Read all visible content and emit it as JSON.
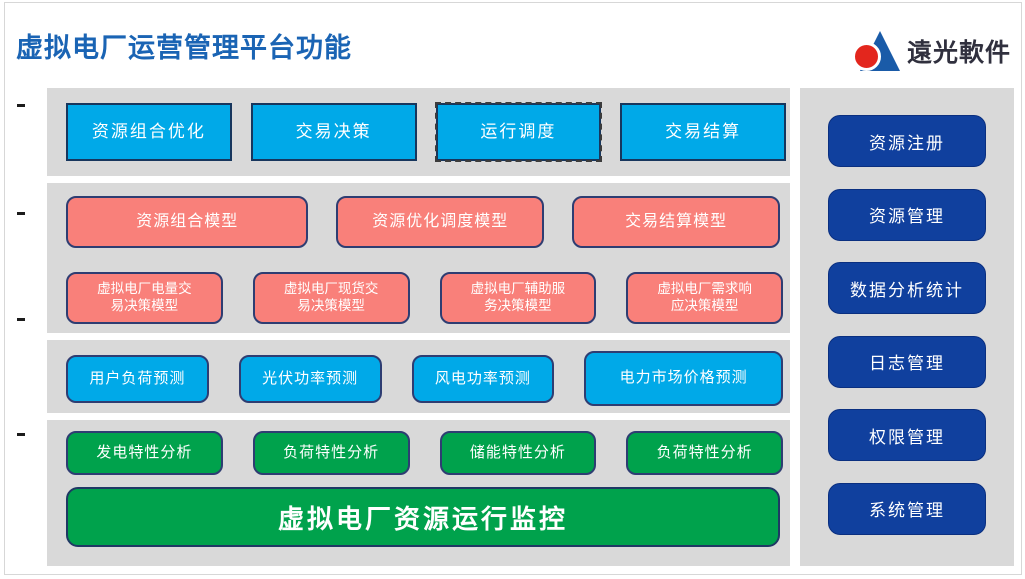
{
  "slide": {
    "title": "虚拟电厂运营管理平台功能",
    "logo_text": "遠光軟件"
  },
  "colors": {
    "title_blue": "#1a64b4",
    "cyan_box": "#00a9e8",
    "pink_box": "#f9807a",
    "green_box": "#00a24c",
    "sidebar_navy": "#10409e",
    "band_gray": "#d9d9d9"
  },
  "functions_row": {
    "items": [
      "资源组合优化",
      "交易决策",
      "运行调度",
      "交易结算"
    ]
  },
  "model_row": {
    "items": [
      "资源组合模型",
      "资源优化调度模型",
      "交易结算模型"
    ]
  },
  "decision_row": {
    "items": [
      "虚拟电厂电量交易决策模型",
      "虚拟电厂现货交易决策模型",
      "虚拟电厂辅助服务决策模型",
      "虚拟电厂需求响应决策模型"
    ]
  },
  "forecast_row": {
    "items": [
      "用户负荷预测",
      "光伏功率预测",
      "风电功率预测",
      "电力市场价格预测"
    ]
  },
  "analysis_row": {
    "items": [
      "发电特性分析",
      "负荷特性分析",
      "储能特性分析",
      "负荷特性分析"
    ]
  },
  "monitor": {
    "label": "虚拟电厂资源运行监控"
  },
  "sidebar": {
    "items": [
      "资源注册",
      "资源管理",
      "数据分析统计",
      "日志管理",
      "权限管理",
      "系统管理"
    ]
  }
}
